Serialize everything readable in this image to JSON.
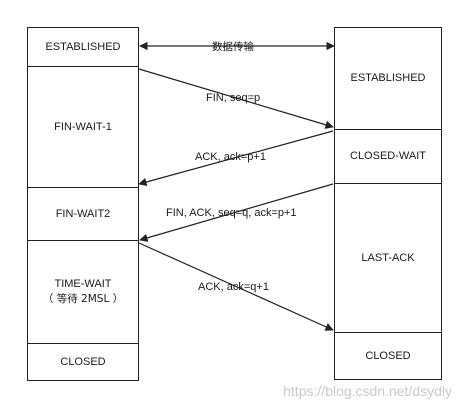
{
  "client_states": [
    {
      "label": "ESTABLISHED"
    },
    {
      "label": "FIN-WAIT-1"
    },
    {
      "label": "FIN-WAIT2"
    },
    {
      "label": "TIME-WAIT",
      "sub": "（ 等待 2MSL ）"
    },
    {
      "label": "CLOSED"
    }
  ],
  "server_states": [
    {
      "label": "ESTABLISHED"
    },
    {
      "label": "CLOSED-WAIT"
    },
    {
      "label": "LAST-ACK"
    },
    {
      "label": "CLOSED"
    }
  ],
  "messages": [
    {
      "text": "数据传输"
    },
    {
      "text": "FIN, seq=p"
    },
    {
      "text": "ACK, ack=p+1"
    },
    {
      "text": "FIN, ACK, seq=q, ack=p+1"
    },
    {
      "text": "ACK, ack=q+1"
    }
  ],
  "watermark": "https://blog.csdn.net/dsydly",
  "colors": {
    "border": "#222222",
    "arrow": "#222222",
    "text": "#1a1a1a",
    "watermark": "#c9c9c9"
  }
}
